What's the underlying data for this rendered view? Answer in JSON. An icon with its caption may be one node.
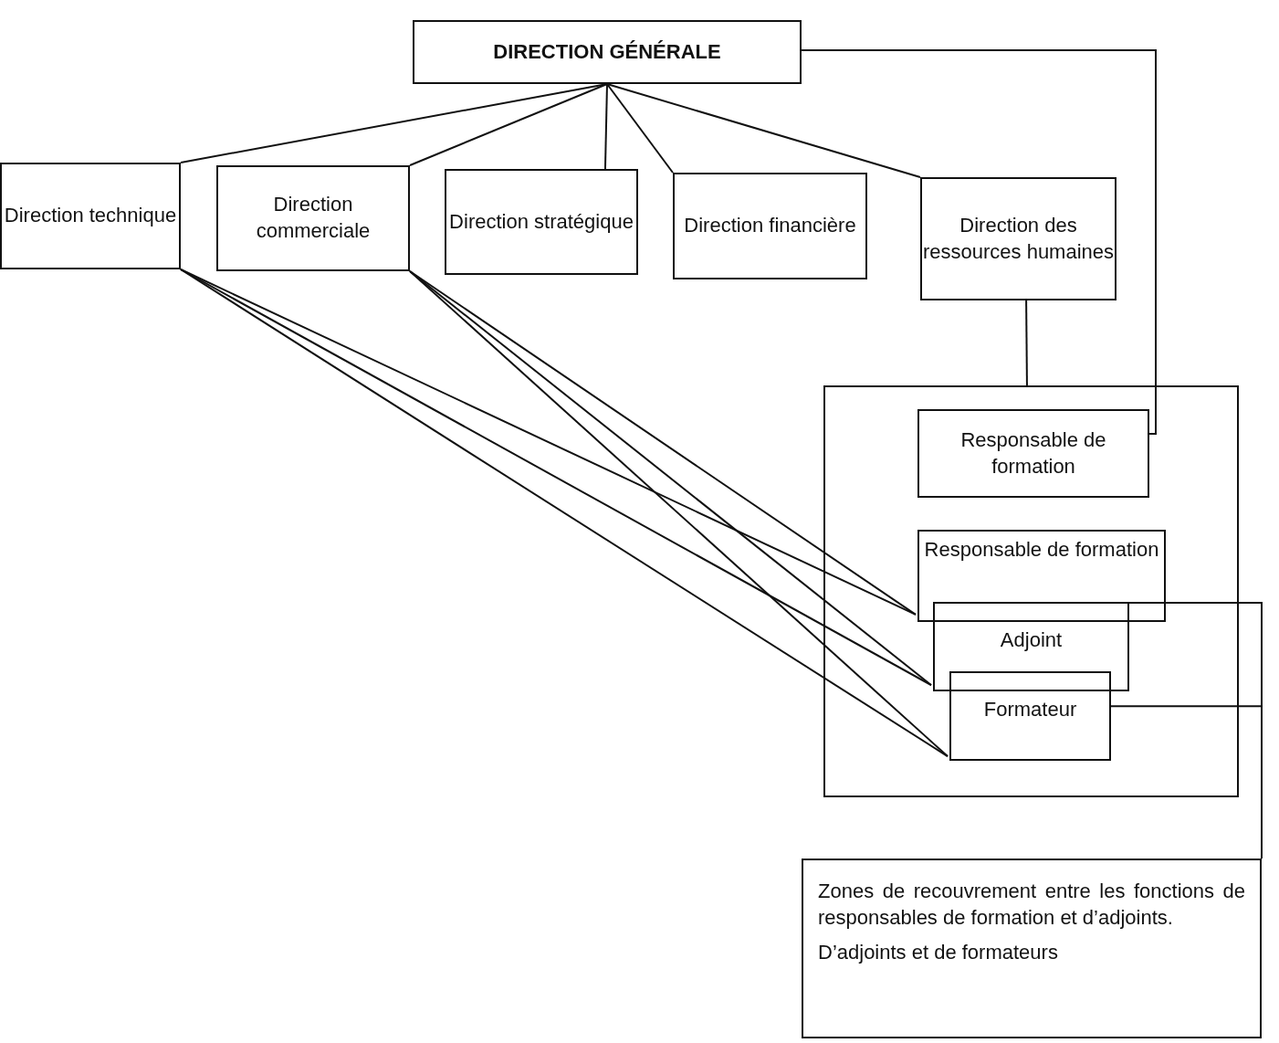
{
  "diagram": {
    "nodes": [
      {
        "text": [
          "DIRECTION GÉNÉRALE"
        ]
      },
      {
        "text": [
          "Direction technique"
        ]
      },
      {
        "text": [
          "Direction commerciale"
        ]
      },
      {
        "text": [
          "Direction stratégique"
        ]
      },
      {
        "text": [
          "Direction financière"
        ]
      },
      {
        "text": [
          "Direction des ressources humaines"
        ]
      },
      {
        "text": [],
        "shape": "box"
      },
      {
        "text": [
          "Responsable de formation"
        ],
        "in": 6
      },
      {
        "text": [
          "Responsable de formation"
        ],
        "in": 6
      },
      {
        "text": [
          "Adjoint"
        ],
        "in": 6
      },
      {
        "text": [
          "Formateur"
        ],
        "in": 6
      },
      {
        "text": [
          "Zones de recouvrement entre les fonctions de responsables de formation et d’adjoints.",
          "D’adjoints et de formateurs"
        ]
      }
    ],
    "edges": [
      {
        "from": 0,
        "to": 1,
        "arrow": "none"
      },
      {
        "from": 0,
        "to": 2,
        "arrow": "none"
      },
      {
        "from": 0,
        "to": 3,
        "arrow": "none"
      },
      {
        "from": 0,
        "to": 4,
        "arrow": "none"
      },
      {
        "from": 0,
        "to": 5,
        "arrow": "none"
      },
      {
        "from": 0,
        "to": 7,
        "arrow": "none"
      },
      {
        "from": 5,
        "to": 6,
        "arrow": "none"
      },
      {
        "from": 1,
        "to": 8,
        "arrow": "none"
      },
      {
        "from": 1,
        "to": 9,
        "arrow": "none"
      },
      {
        "from": 1,
        "to": 10,
        "arrow": "none"
      },
      {
        "from": 2,
        "to": 8,
        "arrow": "none"
      },
      {
        "from": 2,
        "to": 9,
        "arrow": "none"
      },
      {
        "from": 2,
        "to": 10,
        "arrow": "none"
      },
      {
        "from": 11,
        "to": 9,
        "arrow": "none"
      },
      {
        "from": 11,
        "to": 10,
        "arrow": "none"
      }
    ]
  }
}
